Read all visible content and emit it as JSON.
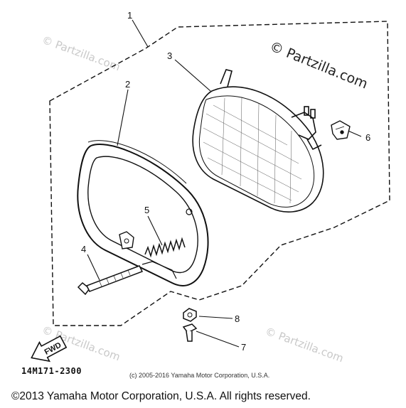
{
  "callouts": [
    "1",
    "2",
    "3",
    "4",
    "5",
    "6",
    "7",
    "8"
  ],
  "watermark": {
    "main": "© Partzilla.com",
    "repeat": "© Partzilla.com"
  },
  "fwd_label": "FWD",
  "part_code": "14M171-2300",
  "small_copyright": "(c) 2005-2016 Yamaha Motor Corporation, U.S.A.",
  "footer": "©2013 Yamaha Motor Corporation, U.S.A. All rights reserved.",
  "colors": {
    "ink": "#111111",
    "watermark": "#c9c9c9",
    "background": "#ffffff"
  }
}
